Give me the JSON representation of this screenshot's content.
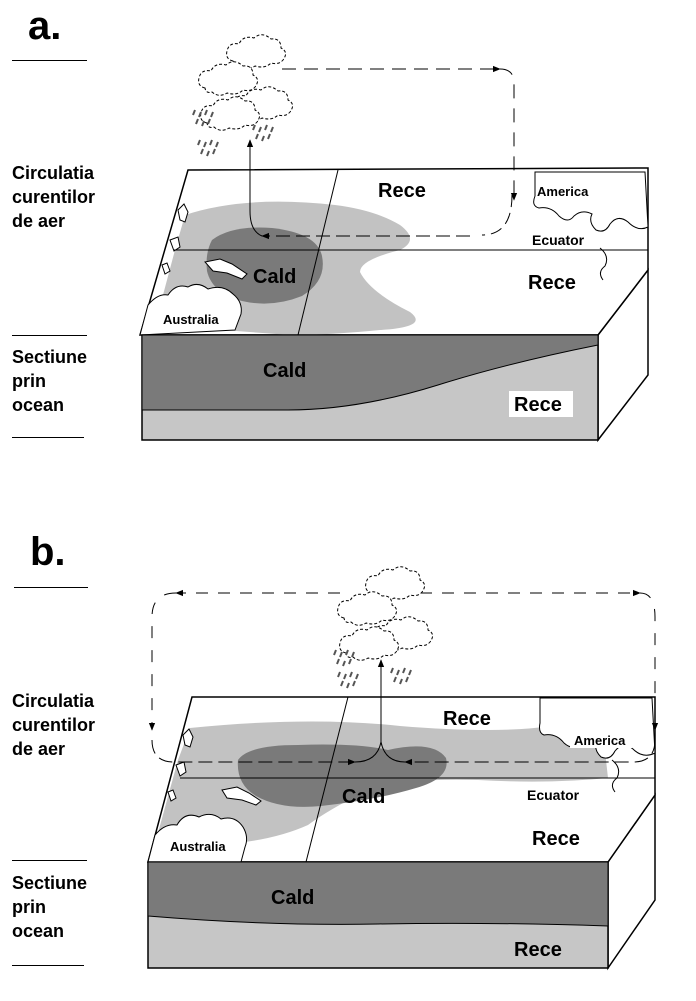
{
  "colors": {
    "warm_dark": "#7a7a7a",
    "warm_light": "#c2c2c2",
    "cold_layer": "#c6c6c6",
    "surface": "#ffffff",
    "outline": "#000000"
  },
  "panel_a": {
    "letter": "a.",
    "label_air": [
      "Circulatia",
      "curentilor",
      "de aer"
    ],
    "label_ocean": [
      "Sectiune",
      "prin",
      "ocean"
    ],
    "top_rece": "Rece",
    "top_cald": "Cald",
    "right_rece": "Rece",
    "america": "America",
    "ecuator": "Ecuator",
    "australia": "Australia",
    "section_cald": "Cald",
    "section_rece": "Rece"
  },
  "panel_b": {
    "letter": "b.",
    "label_air": [
      "Circulatia",
      "curentilor",
      "de aer"
    ],
    "label_ocean": [
      "Sectiune",
      "prin",
      "ocean"
    ],
    "top_rece": "Rece",
    "top_cald": "Cald",
    "right_rece": "Rece",
    "america": "America",
    "ecuator": "Ecuator",
    "australia": "Australia",
    "section_cald": "Cald",
    "section_rece": "Rece"
  }
}
